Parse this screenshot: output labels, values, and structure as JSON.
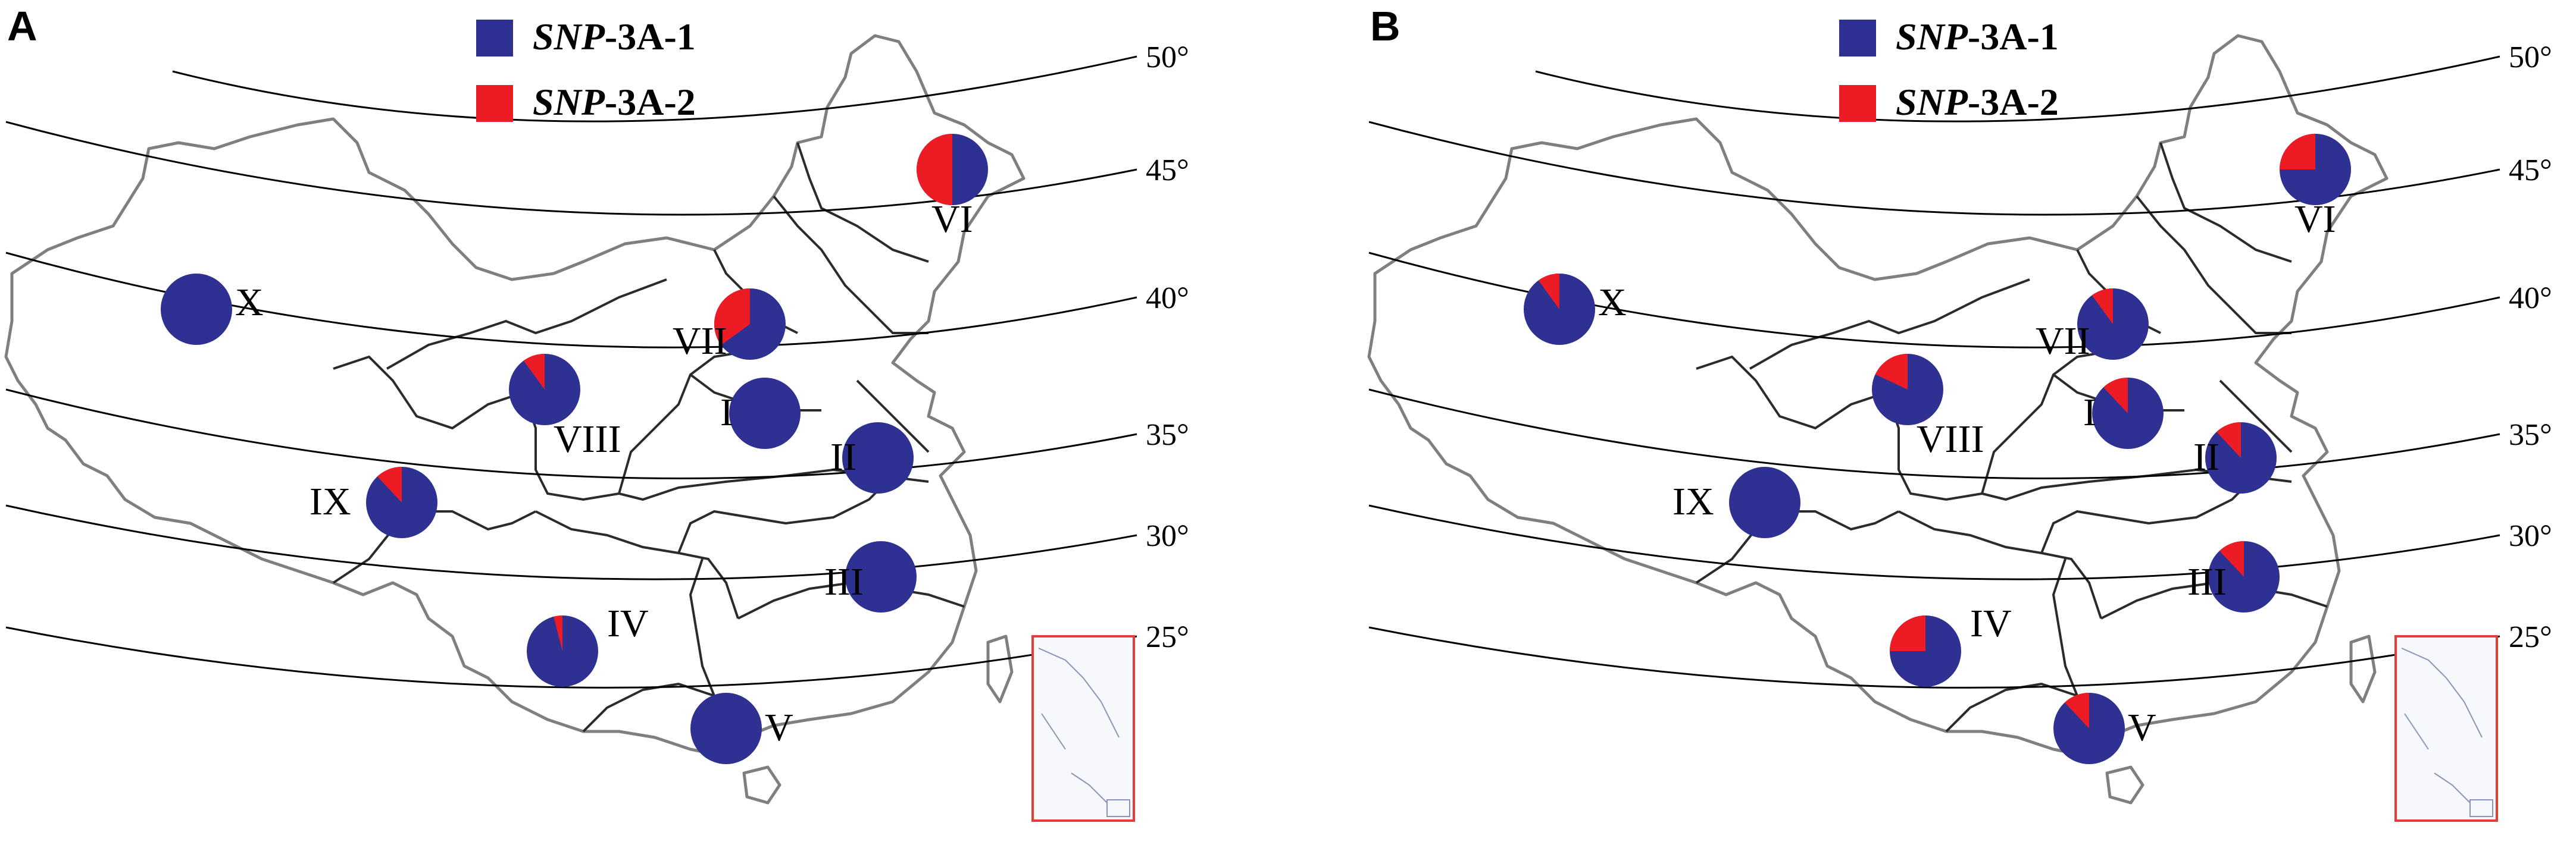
{
  "colors": {
    "snp1": "#2e3192",
    "snp2": "#ed1c24"
  },
  "legend": [
    {
      "italic": "SNP",
      "rest": "-3A-1",
      "color_key": "snp1"
    },
    {
      "italic": "SNP",
      "rest": "-3A-2",
      "color_key": "snp2"
    }
  ],
  "latitudes": [
    "50°",
    "45°",
    "40°",
    "35°",
    "30°",
    "25°"
  ],
  "panels": [
    {
      "letter": "A",
      "regions": [
        {
          "label": "I",
          "fraction_snp2": 0.0
        },
        {
          "label": "II",
          "fraction_snp2": 0.0
        },
        {
          "label": "III",
          "fraction_snp2": 0.0
        },
        {
          "label": "IV",
          "fraction_snp2": 0.04
        },
        {
          "label": "V",
          "fraction_snp2": 0.0
        },
        {
          "label": "VI",
          "fraction_snp2": 0.5
        },
        {
          "label": "VII",
          "fraction_snp2": 0.35
        },
        {
          "label": "VIII",
          "fraction_snp2": 0.1
        },
        {
          "label": "IX",
          "fraction_snp2": 0.12
        },
        {
          "label": "X",
          "fraction_snp2": 0.0
        }
      ]
    },
    {
      "letter": "B",
      "regions": [
        {
          "label": "I",
          "fraction_snp2": 0.12
        },
        {
          "label": "II",
          "fraction_snp2": 0.12
        },
        {
          "label": "III",
          "fraction_snp2": 0.12
        },
        {
          "label": "IV",
          "fraction_snp2": 0.25
        },
        {
          "label": "V",
          "fraction_snp2": 0.12
        },
        {
          "label": "VI",
          "fraction_snp2": 0.25
        },
        {
          "label": "VII",
          "fraction_snp2": 0.1
        },
        {
          "label": "VIII",
          "fraction_snp2": 0.18
        },
        {
          "label": "IX",
          "fraction_snp2": 0.0
        },
        {
          "label": "X",
          "fraction_snp2": 0.1
        }
      ]
    }
  ]
}
